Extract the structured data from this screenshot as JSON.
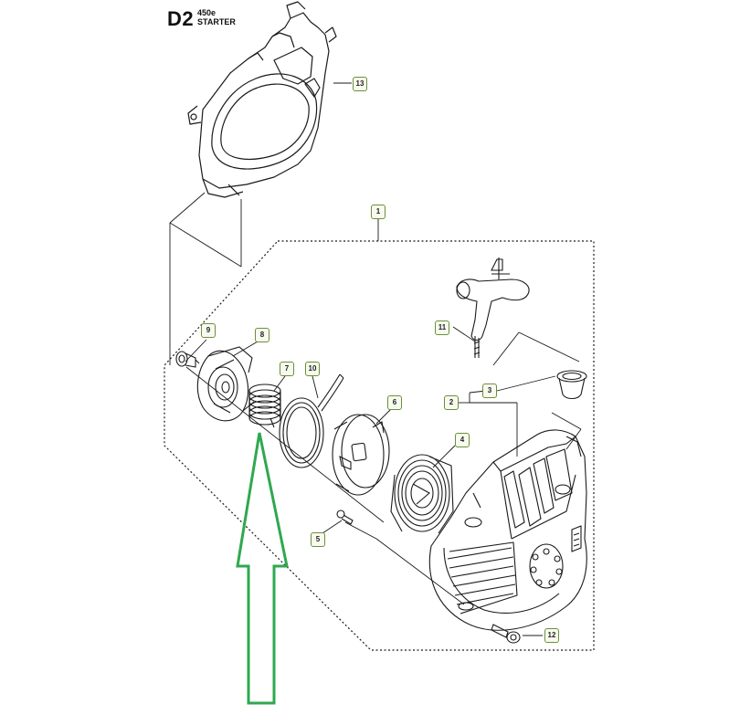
{
  "header": {
    "section_code": "D2",
    "model": "450e",
    "title": "STARTER"
  },
  "callouts": [
    {
      "id": "13",
      "label": "13",
      "part": "fan-housing-cover"
    },
    {
      "id": "1",
      "label": "1",
      "part": "starter-assembly"
    },
    {
      "id": "11",
      "label": "11",
      "part": "starter-handle"
    },
    {
      "id": "9",
      "label": "9",
      "part": "center-screw"
    },
    {
      "id": "8",
      "label": "8",
      "part": "spring-cassette-cover"
    },
    {
      "id": "7",
      "label": "7",
      "part": "coil-spring"
    },
    {
      "id": "10",
      "label": "10",
      "part": "starter-cord"
    },
    {
      "id": "6",
      "label": "6",
      "part": "pulley"
    },
    {
      "id": "3",
      "label": "3",
      "part": "cord-guide"
    },
    {
      "id": "2",
      "label": "2",
      "part": "starter-housing"
    },
    {
      "id": "4",
      "label": "4",
      "part": "recoil-spring-cassette"
    },
    {
      "id": "5",
      "label": "5",
      "part": "pawl-screw"
    },
    {
      "id": "12",
      "label": "12",
      "part": "housing-screw"
    }
  ],
  "annotation": {
    "arrow_color": "#2fa84f",
    "points_to": "coil-spring"
  },
  "colors": {
    "line": "#1a1a1a",
    "callout_border": "#6b8f3a",
    "callout_fill": "#f7fbef"
  }
}
